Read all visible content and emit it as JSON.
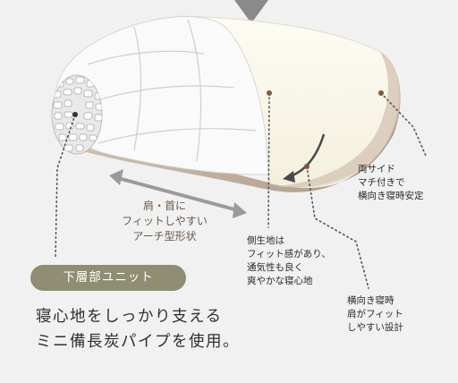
{
  "diagram": {
    "colors": {
      "background": "#f1f1f1",
      "cover": "#fbfaf0",
      "base_layer": "#b9a592",
      "badge": "#8f8d72",
      "arrow_gray": "#8a8a8a",
      "leader_line": "#555555"
    },
    "arch_label": [
      "肩・首に",
      "フィットしやすい",
      "アーチ型形状"
    ],
    "side_fabric_label": [
      "側生地は",
      "フィット感があり、",
      "通気性も良く",
      "爽やかな寝心地"
    ],
    "sides_label": [
      "両サイド",
      "マチ付きで",
      "横向き寝時安定"
    ],
    "sideways_label": [
      "横向き寝時",
      "肩がフィット",
      "しやすい設計"
    ],
    "unit_badge": "下層部ユニット",
    "headline": [
      "寝心地をしっかり支える",
      "ミニ備長炭パイプを使用。"
    ]
  }
}
